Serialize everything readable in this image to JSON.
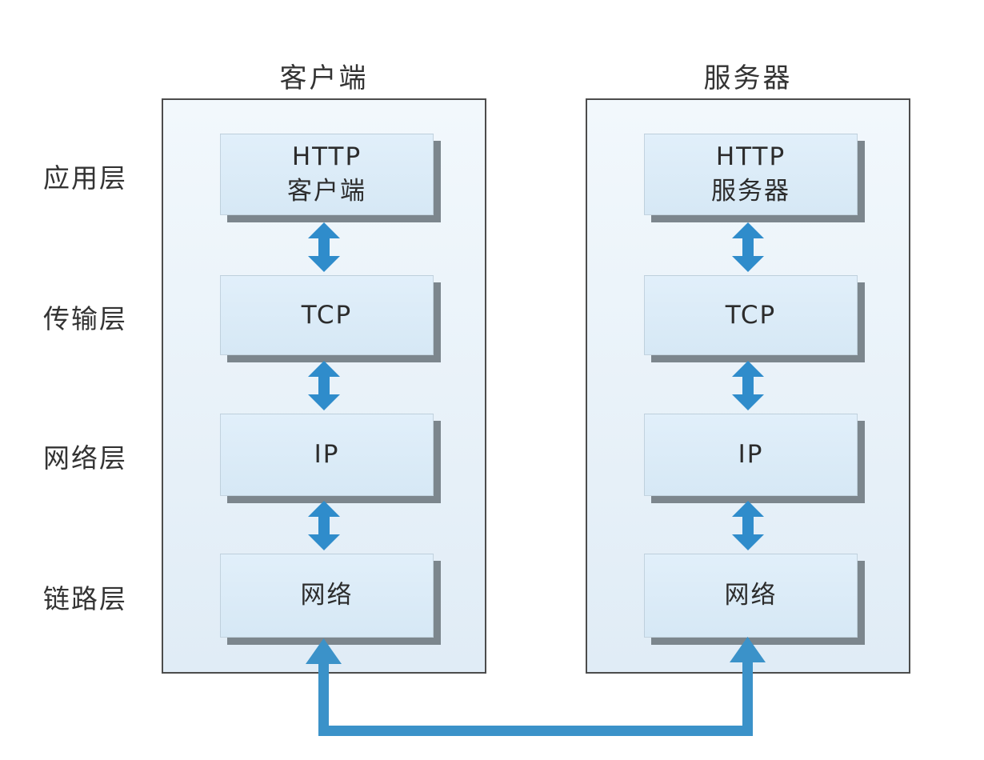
{
  "layer_labels": [
    {
      "label": "应用层"
    },
    {
      "label": "传输层"
    },
    {
      "label": "网络层"
    },
    {
      "label": "链路层"
    }
  ],
  "client": {
    "title": "客户端",
    "boxes": [
      {
        "line1": "HTTP",
        "line2": "客户端"
      },
      {
        "line1": "TCP",
        "line2": ""
      },
      {
        "line1": "IP",
        "line2": ""
      },
      {
        "line1": "网络",
        "line2": ""
      }
    ]
  },
  "server": {
    "title": "服务器",
    "boxes": [
      {
        "line1": "HTTP",
        "line2": "服务器"
      },
      {
        "line1": "TCP",
        "line2": ""
      },
      {
        "line1": "IP",
        "line2": ""
      },
      {
        "line1": "网络",
        "line2": ""
      }
    ]
  },
  "icons": {
    "double_arrow": "double-headed-vertical-arrow",
    "u_connector": "physical-network-link-arrow"
  },
  "colors": {
    "arrow_blue": "#2f8ccb",
    "connector_blue": "#3b92c9",
    "panel_fill": "#e9f2f9",
    "box_fill": "#d8e9f6",
    "box_shadow_gray": "#7c868d",
    "panel_border": "#4c4c4c",
    "text": "#2c2c2c"
  }
}
